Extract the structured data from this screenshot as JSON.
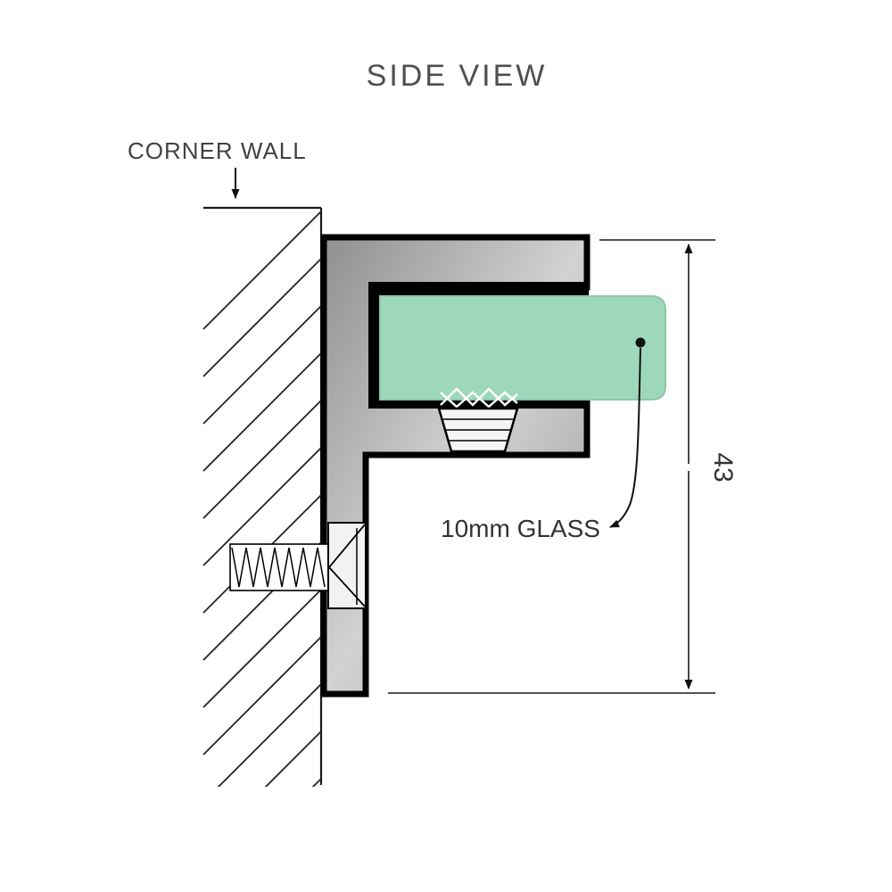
{
  "diagram": {
    "title": "SIDE VIEW",
    "labels": {
      "wall": "CORNER WALL",
      "glass": "10mm GLASS",
      "dimension": "43"
    },
    "colors": {
      "glass_green": "#9ed8ba",
      "bracket_gray": "#b0b0b0",
      "bracket_gray_light": "#d2d2d2",
      "bracket_gray_dark": "#8f8f8f",
      "outline_black": "#000000",
      "title_gray": "#4f4f4f",
      "label_dark": "#333333",
      "background_white": "#ffffff"
    }
  }
}
